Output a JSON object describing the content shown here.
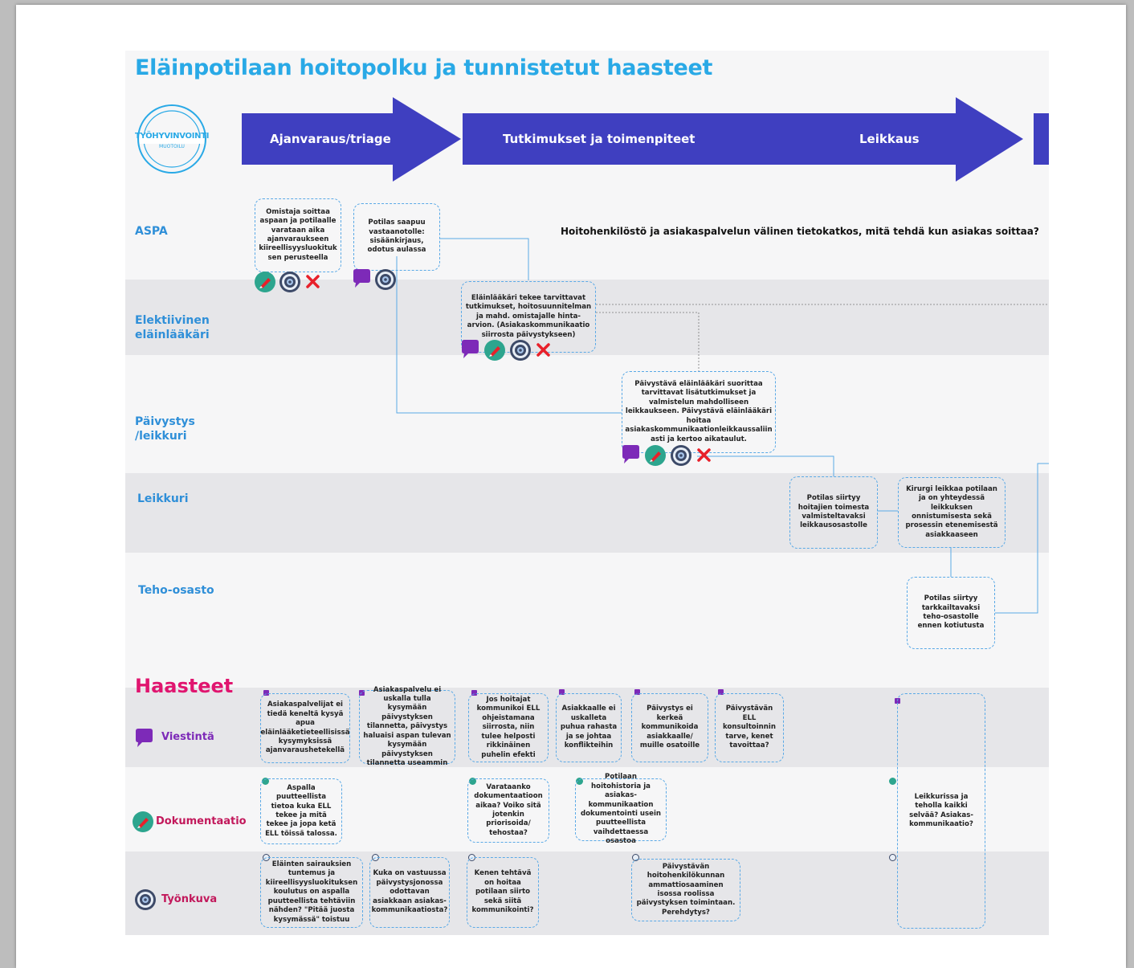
{
  "title": "Eläinpotilaan hoitopolku ja tunnistetut haasteet",
  "logo": {
    "line1": "TYÖHYVINVOINTI",
    "line2": "MUOTOILU"
  },
  "stages": [
    "Ajanvaraus/triage",
    "Tutkimukset ja toimenpiteet",
    "Leikkaus"
  ],
  "lanes": [
    "ASPA",
    "Elektiivinen eläinlääkäri",
    "Päivystys /leikkuri",
    "Leikkuri",
    "Teho-osasto"
  ],
  "process_boxes": [
    "Omistaja soittaa aspaan ja potilaalle varataan aika ajanvaraukseen kiireellisyysluokituk sen perusteella",
    "Potilas saapuu vastaanotolle: sisäänkirjaus, odotus aulassa",
    "Eläinlääkäri tekee tarvittavat tutkimukset, hoitosuunnitelman ja mahd. omistajalle hinta-arvion. (Asiakaskommunikaatio siirrosta päivystykseen)",
    "Päivystävä eläinlääkäri suorittaa tarvittavat lisätutkimukset ja valmistelun mahdolliseen leikkaukseen. Päivystävä eläinlääkäri hoitaa asiakaskommunikaationleikkaussaliin asti ja kertoo aikataulut.",
    "Potilas siirtyy hoitajien toimesta valmisteltavaksi leikkausosastolle",
    "Kirurgi leikkaa potilaan ja on yhteydessä leikkuksen onnistumisesta sekä prosessin etenemisestä asiakkaaseen",
    "Potilas siirtyy tarkkailtavaksi teho-osastolle ennen kotiutusta"
  ],
  "aspa_note": "Hoitohenkilöstö ja asiakaspalvelun välinen tietokatkos, mitä tehdä kun asiakas soittaa?",
  "challenges_title": "Haasteet",
  "categories": [
    "Viestintä",
    "Dokumentaatio",
    "Työnkuva"
  ],
  "colors": {
    "accent": "#3f3fc0",
    "title": "#29a9e6",
    "lane": "#2f8fd8",
    "challenge": "#e0156f",
    "viestinta": "#7d2ab8",
    "doc": "#2da58e",
    "cross": "#e8202a"
  },
  "viestinta_items": [
    "Asiakaspalvelijat ei tiedä keneltä kysyä apua eläinlääketieteellisissä kysymyksissä ajanvaraushetekellä",
    "Asiakaspalvelu ei uskalla tulla kysymään päivystyksen tilannetta, päivystys haluaisi aspan tulevan kysymään päivystyksen tilannetta useammin",
    "Jos hoitajat kommunikoi ELL ohjeistamana siirrosta, niin tulee helposti rikkinäinen puhelin efekti",
    "Asiakkaalle ei uskalleta puhua rahasta ja se johtaa konflikteihin",
    "Päivystys ei kerkeä kommunikoida asiakkaalle/ muille osatoille",
    "Päivystävän ELL konsultoinnin tarve, kenet tavoittaa?"
  ],
  "dokumentaatio_items": [
    "Aspalla puutteellista tietoa kuka ELL tekee ja mitä tekee ja jopa ketä ELL töissä talossa.",
    "Varataanko dokumentaatioon aikaa? Voiko sitä jotenkin priorisoida/ tehostaa?",
    "Potilaan hoitohistoria ja asiakas-kommunikaation dokumentointi usein puutteellista vaihdettaessa osastoa"
  ],
  "tyonkuva_items": [
    "Eläinten sairauksien tuntemus ja kiireellisyysluokituksen koulutus on aspalla puutteellista tehtäviin nähden? \"Pitää juosta kysymässä\" toistuu",
    "Kuka on vastuussa päivystysjonossa odottavan asiakkaan asiakas-kommunikaatiosta?",
    "Kenen tehtävä on hoitaa potilaan siirto sekä siitä kommunikointi?",
    "Päivystävän hoitohenkilökunnan ammattiosaaminen isossa roolissa päivystyksen toimintaan. Perehdytys?"
  ],
  "right_challenge": "Leikkurissa ja teholla kaikki selvää? Asiakas-kommunikaatio?"
}
